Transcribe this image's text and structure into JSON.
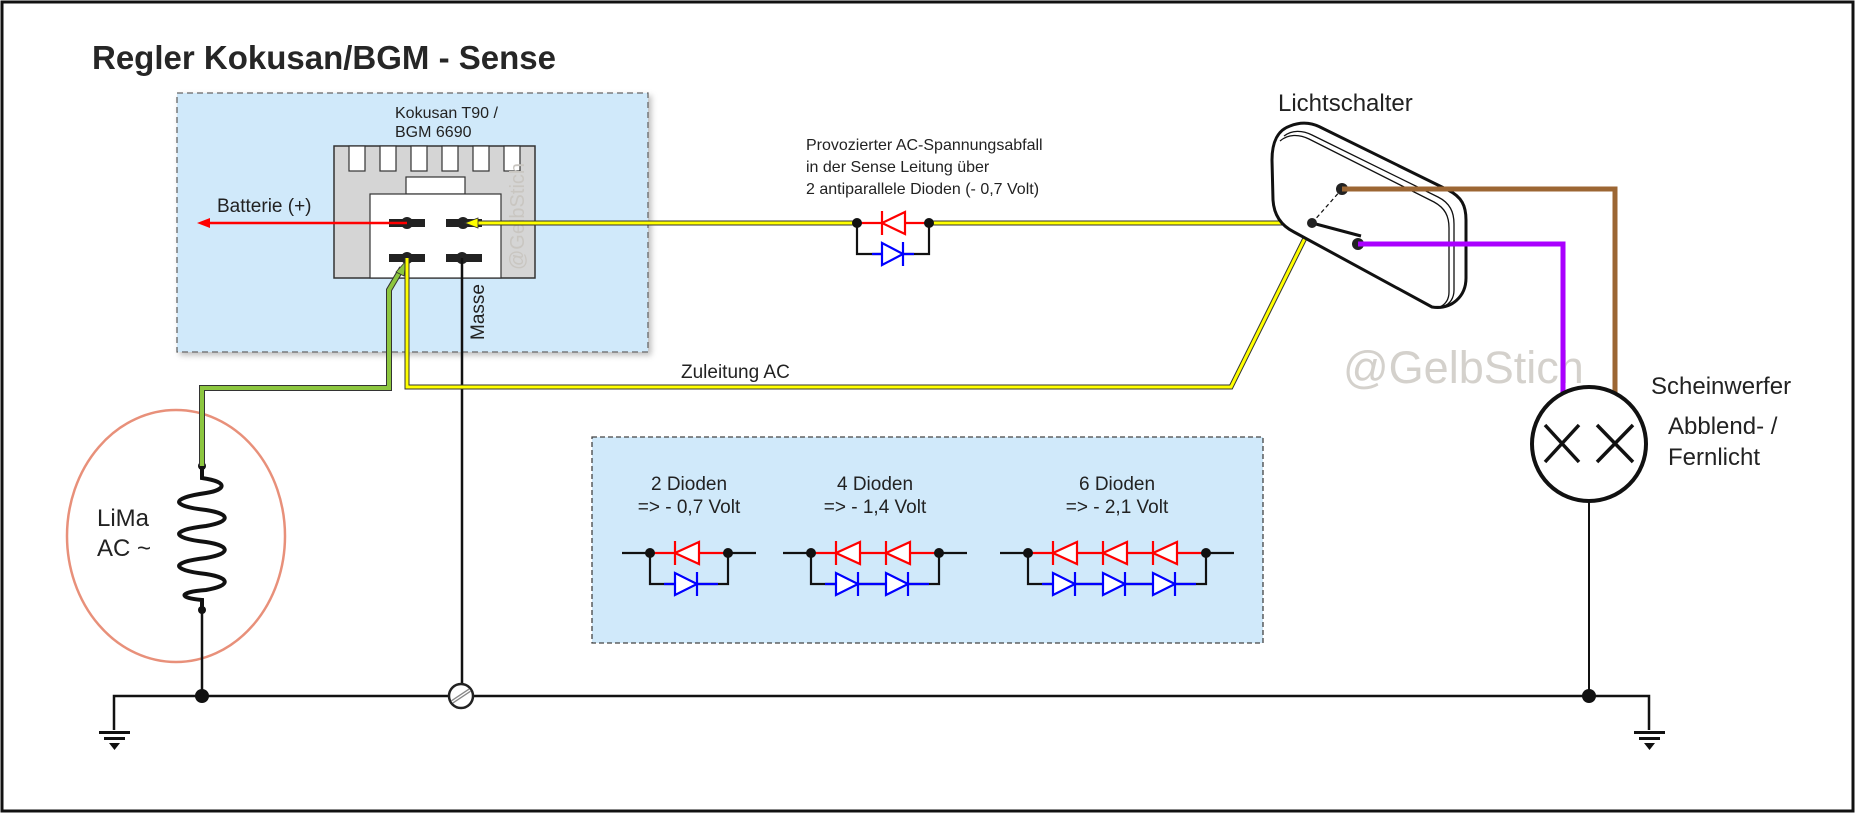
{
  "title": "Regler Kokusan/BGM - Sense",
  "colors": {
    "frame": "#111111",
    "panel_fill": "#d0e9fa",
    "regulator_body": "#d5d5d5",
    "wire_yellow": "#ffff00",
    "wire_green": "#8cc63f",
    "wire_red": "#ff0000",
    "wire_brown": "#9c6633",
    "wire_purple": "#aa00ff",
    "diode_red": "#ff0000",
    "diode_blue": "#0000ff",
    "generator_circle": "#e8907a",
    "watermark": "#d4d1cc"
  },
  "regulator": {
    "name_line1": "Kokusan T90 /",
    "name_line2": "BGM 6690",
    "watermark": "@GelbStich",
    "battery_label": "Batterie (+)",
    "ground_label": "Masse"
  },
  "sense_note": {
    "line1": "Provozierter AC-Spannungsabfall",
    "line2": "in der Sense Leitung über",
    "line3": "2 antiparallele Dioden (- 0,7 Volt)"
  },
  "switch": {
    "label": "Lichtschalter"
  },
  "supply_label": "Zuleitung AC",
  "generator": {
    "line1": "LiMa",
    "line2": "AC ~"
  },
  "headlight": {
    "label": "Scheinwerfer",
    "sub1": "Abblend- /",
    "sub2": "Fernlicht"
  },
  "watermark": "@GelbStich",
  "diode_legend": [
    {
      "title": "2 Dioden",
      "drop": "=> - 0,7 Volt",
      "count": 2
    },
    {
      "title": "4 Dioden",
      "drop": "=> - 1,4 Volt",
      "count": 4
    },
    {
      "title": "6 Dioden",
      "drop": "=> - 2,1 Volt",
      "count": 6
    }
  ]
}
